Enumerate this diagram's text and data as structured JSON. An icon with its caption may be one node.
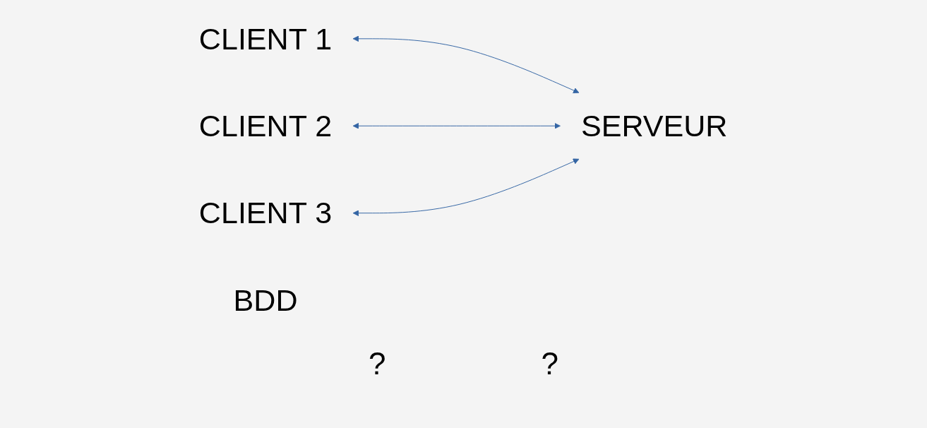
{
  "diagram": {
    "nodes": [
      {
        "text": [
          "CLIENT 1"
        ]
      },
      {
        "text": [
          "CLIENT 2"
        ]
      },
      {
        "text": [
          "CLIENT 3"
        ]
      },
      {
        "text": [
          "SERVEUR"
        ]
      },
      {
        "text": [
          "BDD"
        ]
      }
    ],
    "edges": [
      {
        "from": 0,
        "to": 3,
        "arrow": "both"
      },
      {
        "from": 1,
        "to": 3,
        "arrow": "both"
      },
      {
        "from": 2,
        "to": 3,
        "arrow": "both"
      }
    ],
    "labels": [
      "?",
      "?"
    ]
  }
}
